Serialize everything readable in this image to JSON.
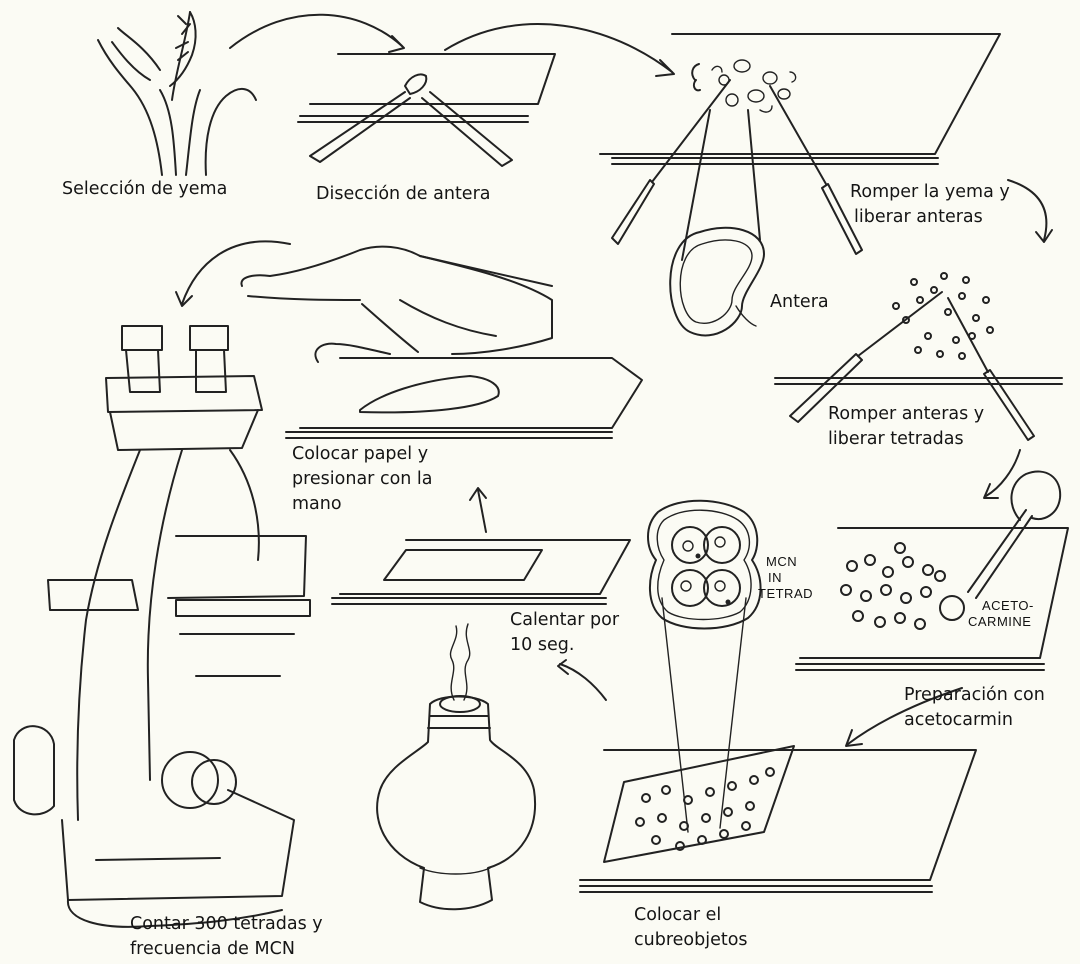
{
  "steps": {
    "seleccion": "Selección de yema",
    "diseccion": "Disección de antera",
    "romper_yema": [
      "Romper la yema y",
      "liberar anteras"
    ],
    "antera": "Antera",
    "romper_anteras": [
      "Romper anteras y",
      "liberar tetradas"
    ],
    "colocar_papel": [
      "Colocar papel y",
      "presionar con la",
      "mano"
    ],
    "calentar": [
      "Calentar por",
      "10 seg."
    ],
    "preparacion": [
      "Preparación con",
      "acetocarmin"
    ],
    "cubreobjetos": [
      "Colocar el",
      "cubreobjetos"
    ],
    "contar": [
      "Contar 300 tetradas y",
      "frecuencia de MCN"
    ]
  },
  "drawing_labels": {
    "mcn_tetrad": [
      "MCN",
      "IN",
      "TETRAD"
    ],
    "aceto_carmine": [
      "ACETO-",
      "CARMINE"
    ]
  }
}
